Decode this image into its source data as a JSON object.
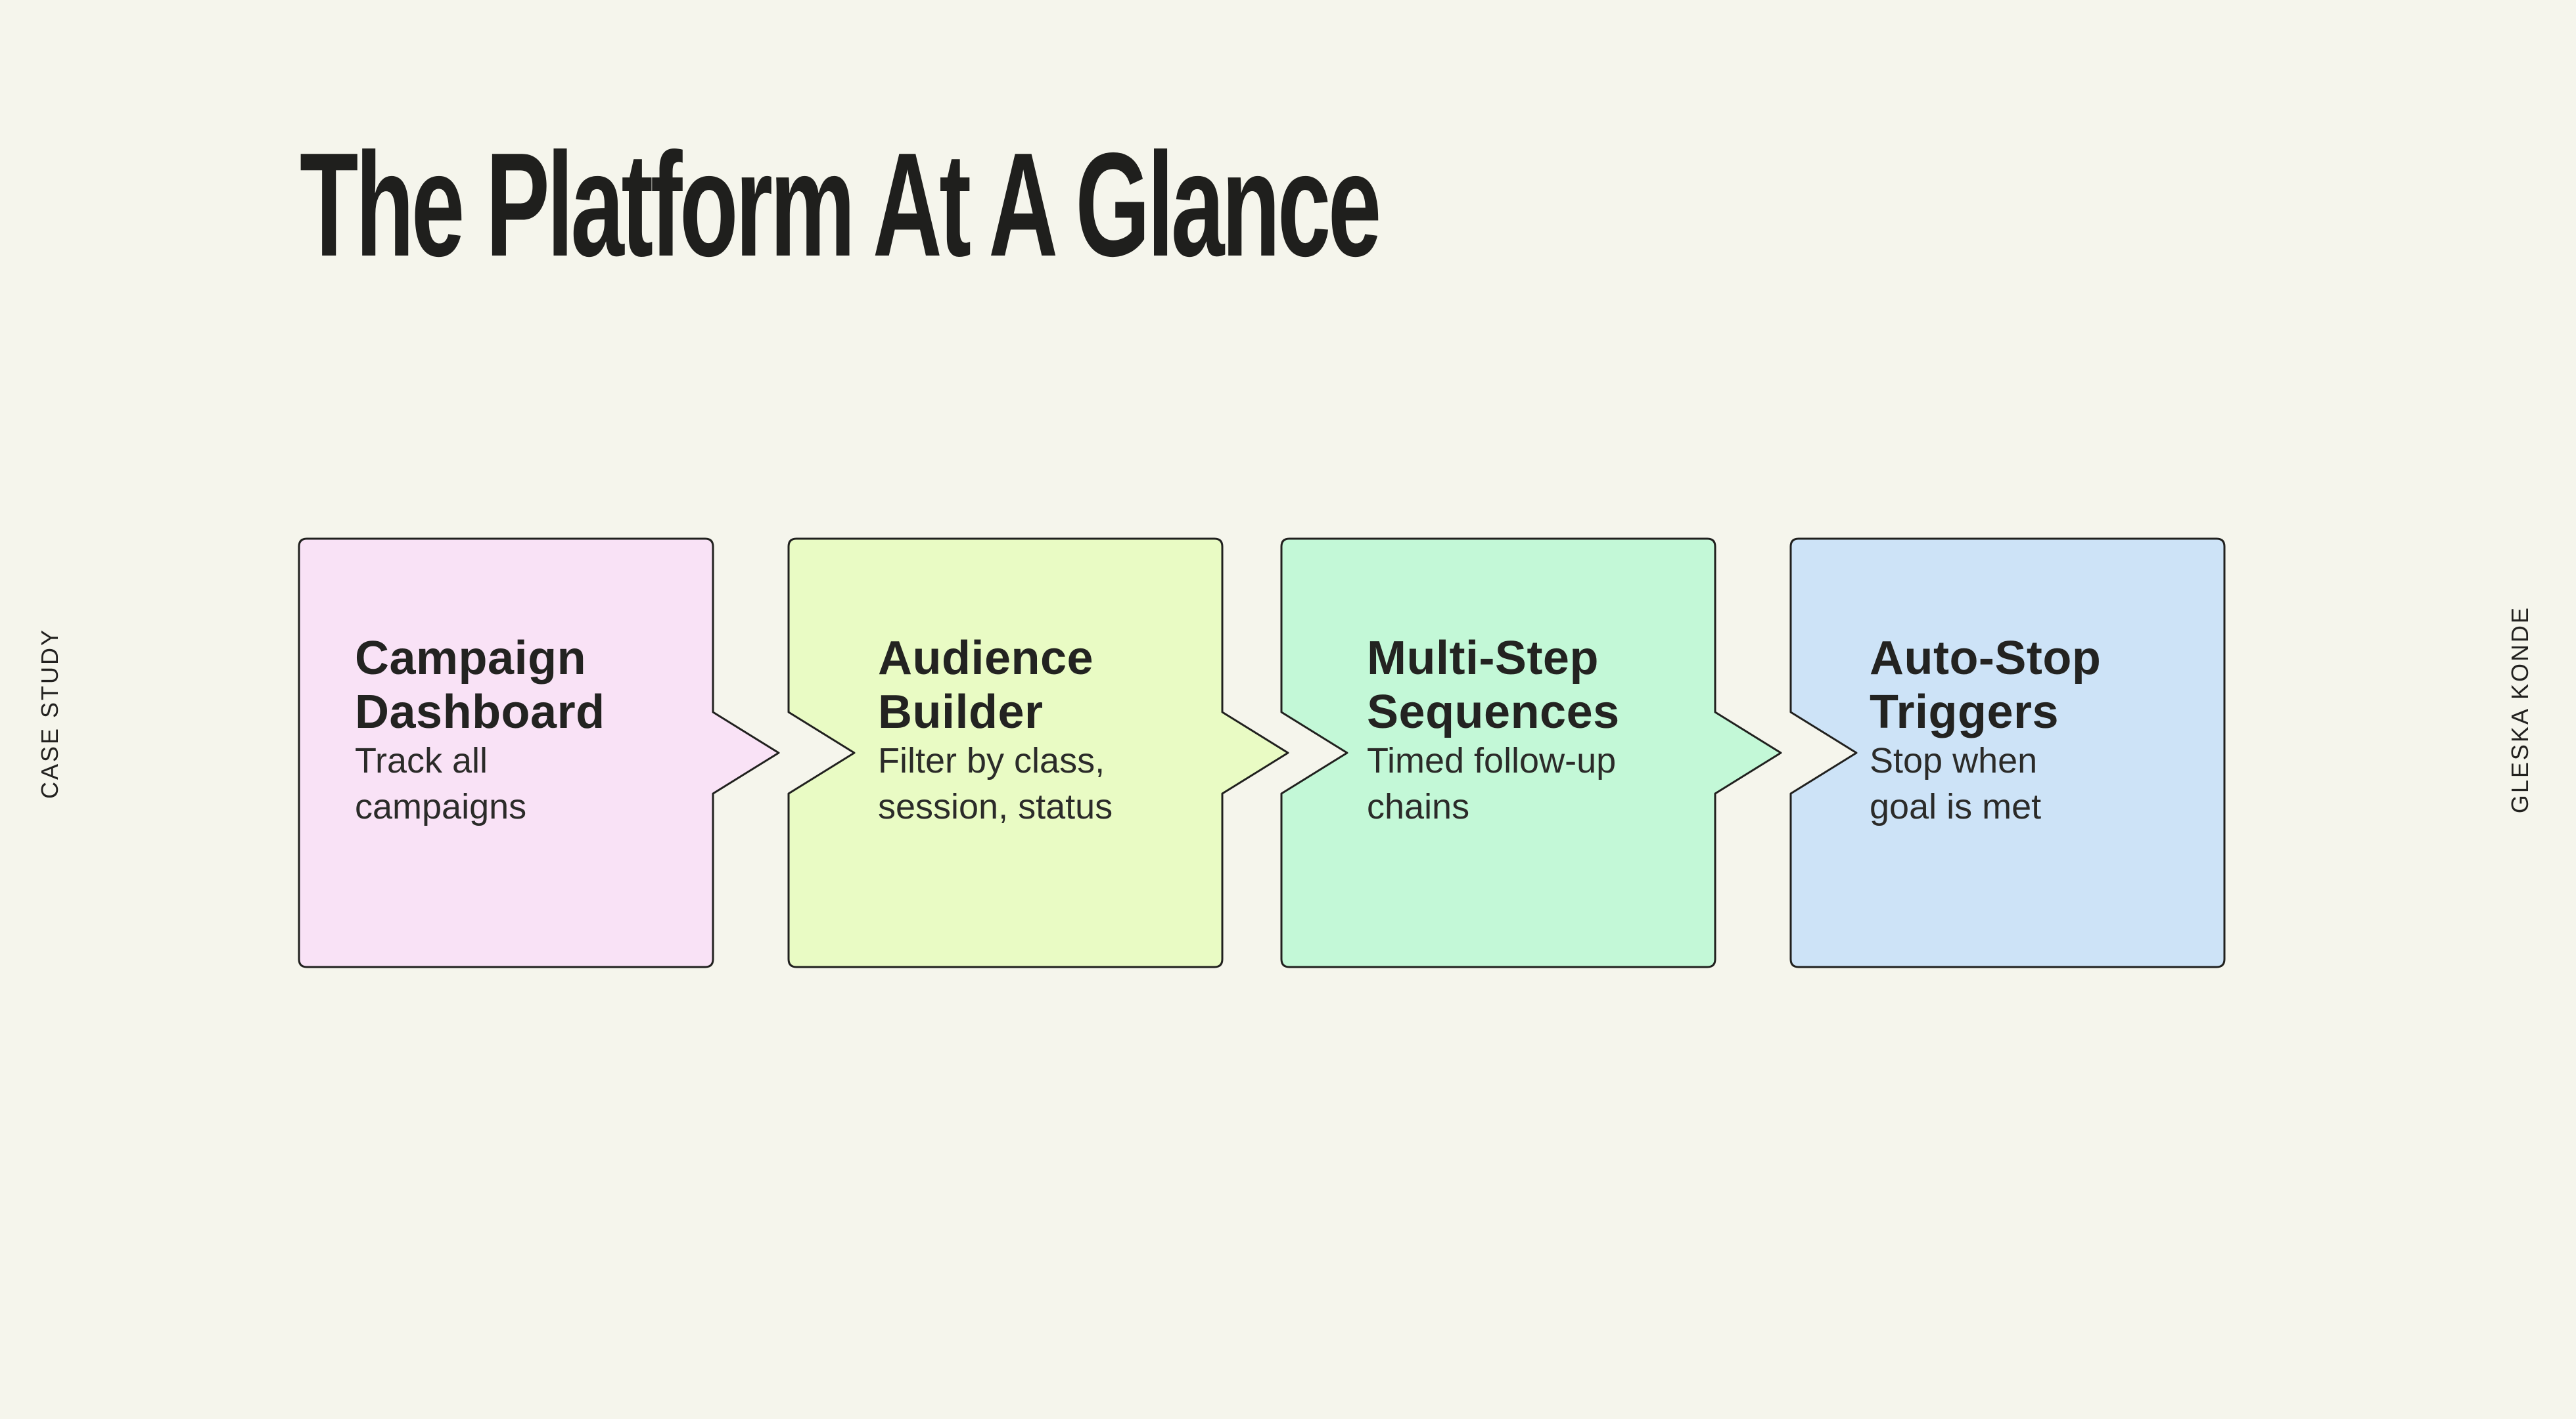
{
  "page": {
    "background": "#F5F5EC",
    "title": "The Platform At A Glance",
    "title_color": "#1F1F1D",
    "side_labels": {
      "left": "CASE STUDY",
      "right": "GLESKA KONDE"
    }
  },
  "flow": {
    "stroke": "#20201E",
    "steps": [
      {
        "id": "campaign-dashboard",
        "fill": "#F9E2F6",
        "title_lines": [
          "Campaign",
          "Dashboard"
        ],
        "body_lines": [
          "Track all",
          "campaigns"
        ]
      },
      {
        "id": "audience-builder",
        "fill": "#E9FBC4",
        "title_lines": [
          "Audience",
          "Builder"
        ],
        "body_lines": [
          "Filter by class,",
          "session, status"
        ]
      },
      {
        "id": "multi-step-sequences",
        "fill": "#C3F8D7",
        "title_lines": [
          "Multi-Step",
          "Sequences"
        ],
        "body_lines": [
          "Timed follow-up",
          "chains"
        ]
      },
      {
        "id": "auto-stop-triggers",
        "fill": "#CDE3F7",
        "title_lines": [
          "Auto-Stop",
          "Triggers"
        ],
        "body_lines": [
          "Stop when",
          "goal is met"
        ]
      }
    ]
  }
}
